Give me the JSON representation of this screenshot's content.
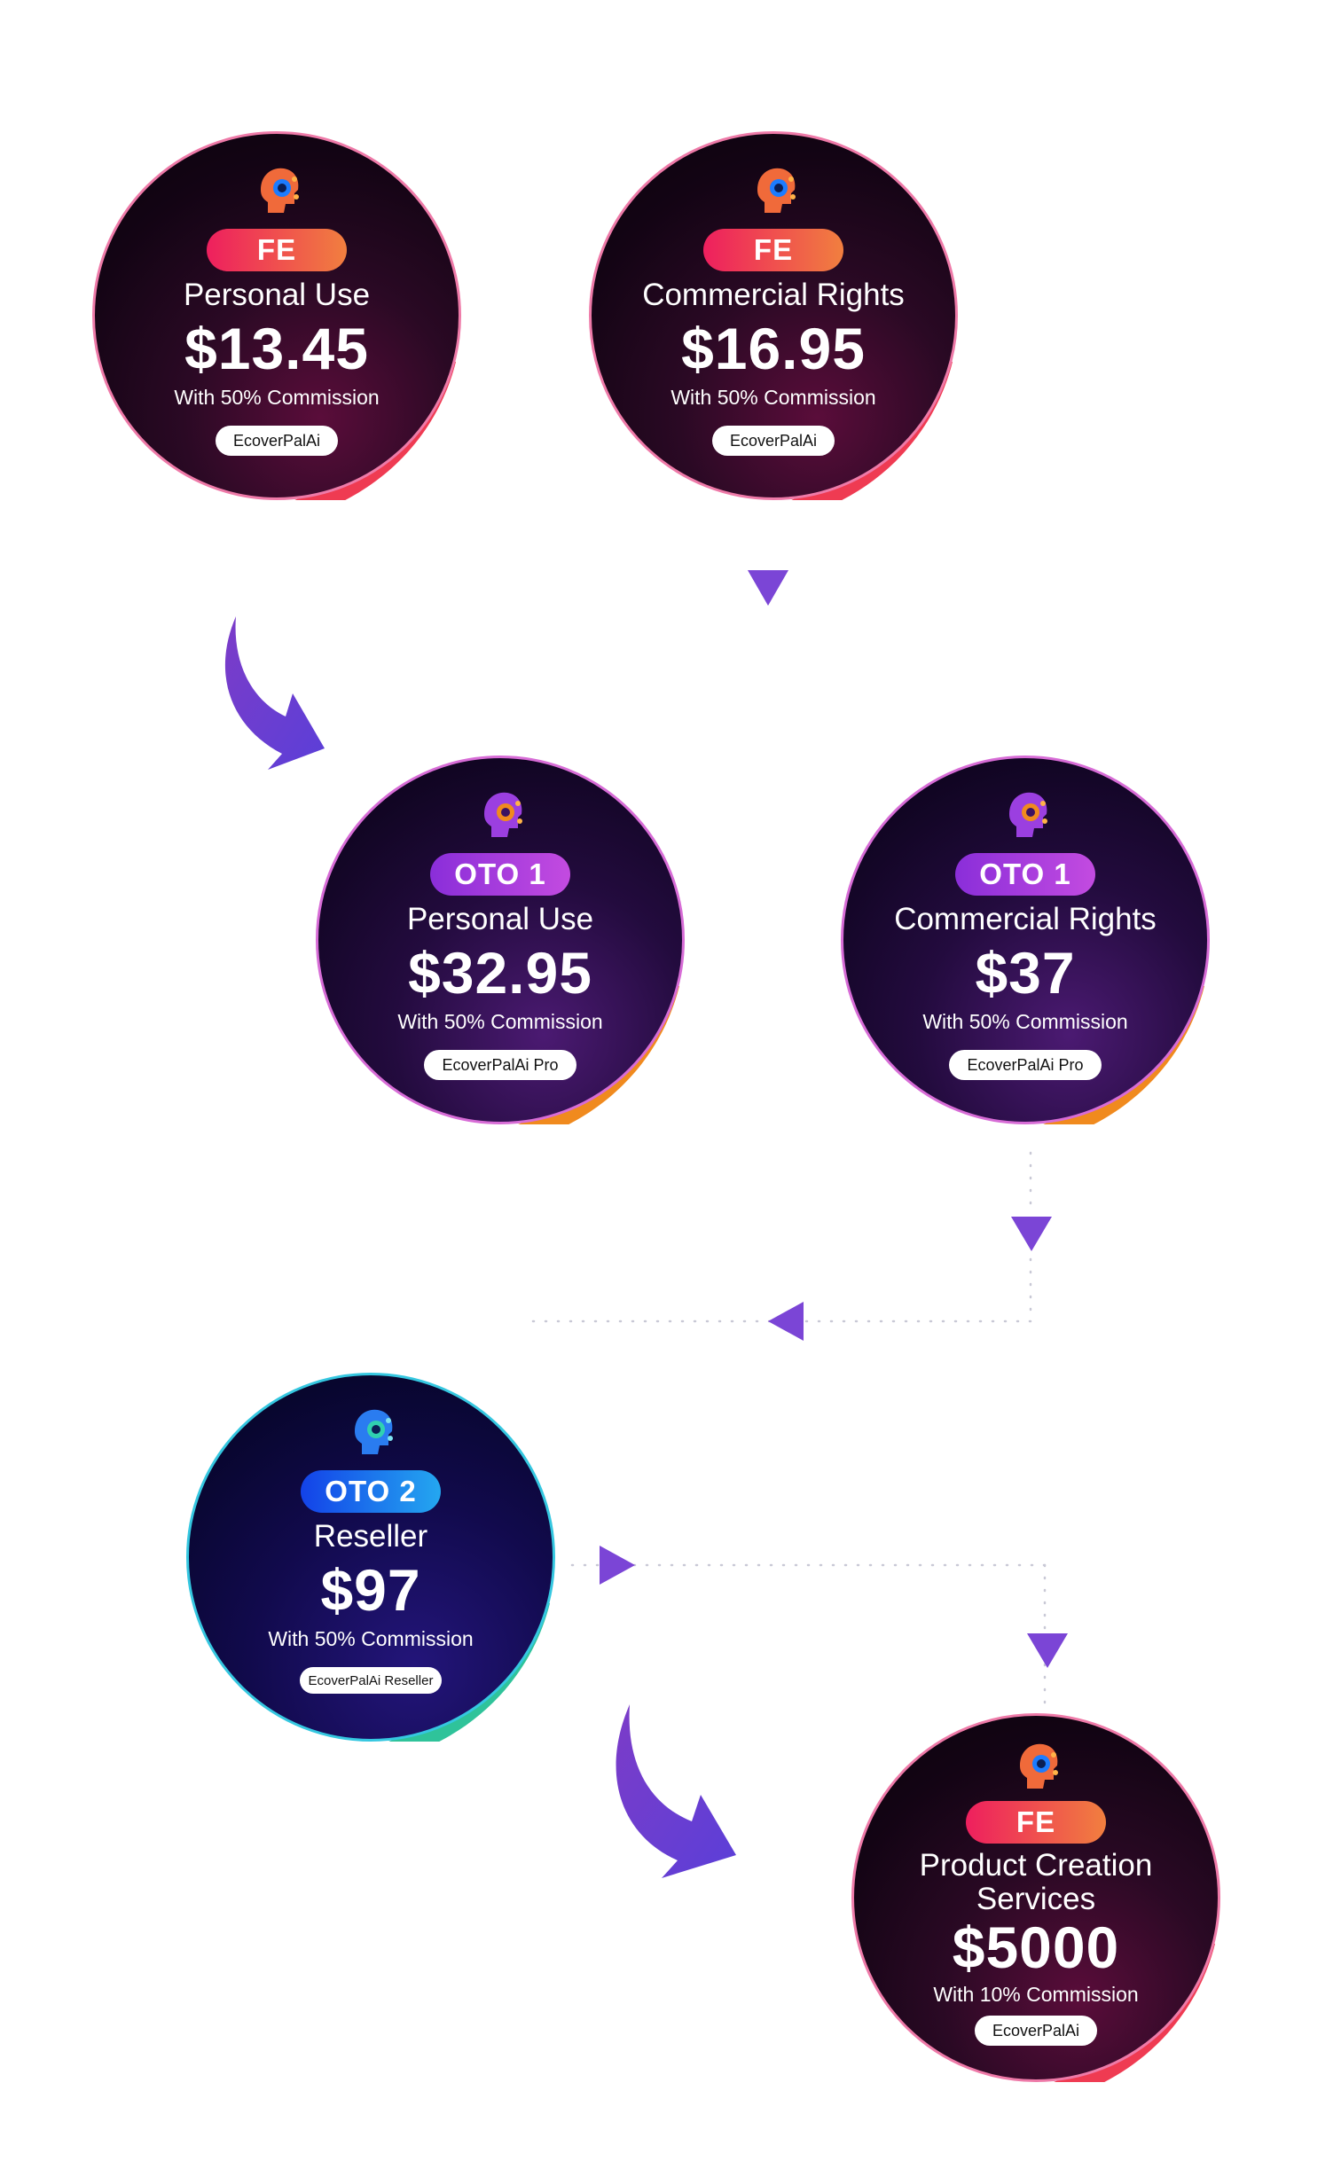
{
  "nodes": [
    {
      "badge": "FE",
      "title": "Personal Use",
      "price": "$13.45",
      "commission": "With 50% Commission",
      "product": "EcoverPalAi",
      "theme": "fe"
    },
    {
      "badge": "FE",
      "title": "Commercial Rights",
      "price": "$16.95",
      "commission": "With 50% Commission",
      "product": "EcoverPalAi",
      "theme": "fe"
    },
    {
      "badge": "OTO 1",
      "title": "Personal Use",
      "price": "$32.95",
      "commission": "With 50% Commission",
      "product": "EcoverPalAi Pro",
      "theme": "oto1"
    },
    {
      "badge": "OTO 1",
      "title": "Commercial Rights",
      "price": "$37",
      "commission": "With 50% Commission",
      "product": "EcoverPalAi Pro",
      "theme": "oto1"
    },
    {
      "badge": "OTO 2",
      "title": "Reseller",
      "price": "$97",
      "commission": "With 50% Commission",
      "product": "EcoverPalAi Reseller",
      "theme": "oto2"
    },
    {
      "badge": "FE",
      "title": "Product Creation Services",
      "price": "$5000",
      "commission": "With 10% Commission",
      "product": "EcoverPalAi",
      "theme": "fe"
    }
  ],
  "colors": {
    "fe_badge": "#ee1f5e",
    "oto1_badge": "#9333e0",
    "oto2_badge": "#1d6df0",
    "arrow": "#7b45d6",
    "connector": "#c9c9d6"
  },
  "icons": {
    "product_icon": "robot-head-icon",
    "flow_arrow": "curved-arrow-icon",
    "pointer": "triangle-arrow-icon"
  }
}
